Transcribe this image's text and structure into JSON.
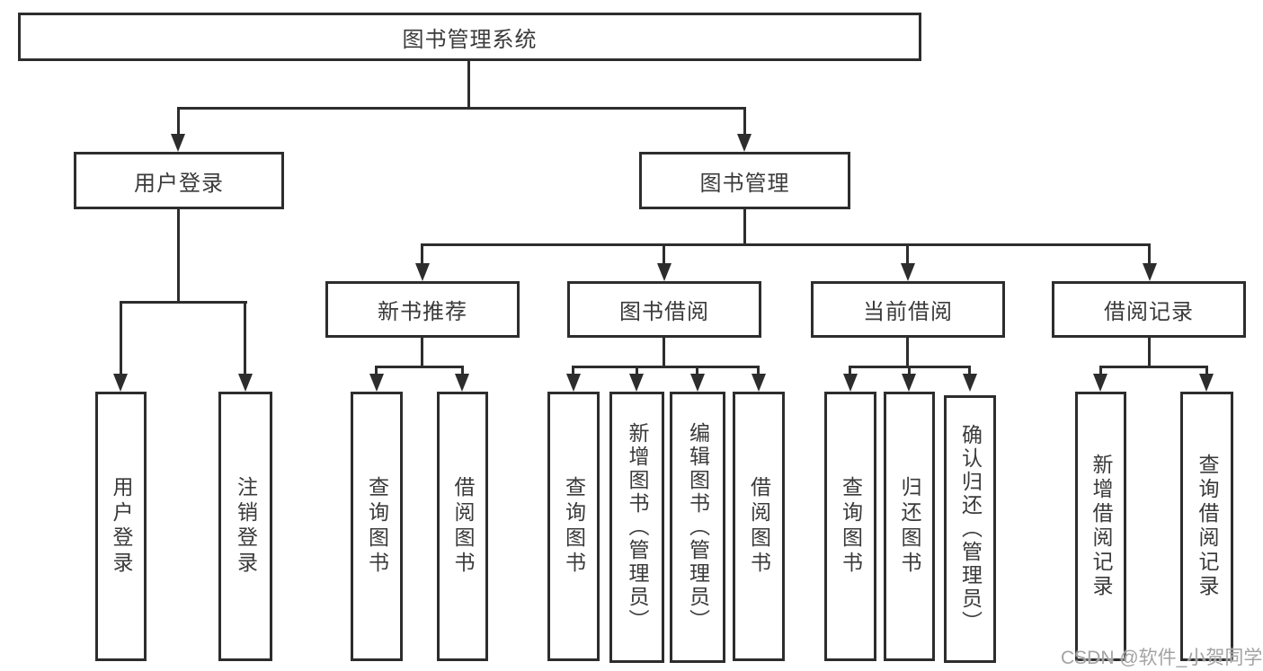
{
  "diagram_type": "hierarchy-tree",
  "colors": {
    "line": "#2d2d2d",
    "box_border": "#2d2d2d",
    "text": "#3a3a3a",
    "background": "#ffffff",
    "watermark": "#a3a3a3"
  },
  "tree": {
    "label": "图书管理系统",
    "children": [
      {
        "label": "用户登录",
        "children": [
          {
            "label": "用户登录"
          },
          {
            "label": "注销登录"
          }
        ]
      },
      {
        "label": "图书管理",
        "children": [
          {
            "label": "新书推荐",
            "children": [
              {
                "label": "查询图书"
              },
              {
                "label": "借阅图书"
              }
            ]
          },
          {
            "label": "图书借阅",
            "children": [
              {
                "label": "查询图书"
              },
              {
                "label": "新增图书（管理员）"
              },
              {
                "label": "编辑图书（管理员）"
              },
              {
                "label": "借阅图书"
              }
            ]
          },
          {
            "label": "当前借阅",
            "children": [
              {
                "label": "查询图书"
              },
              {
                "label": "归还图书"
              },
              {
                "label": "确认归还（管理员）"
              }
            ]
          },
          {
            "label": "借阅记录",
            "children": [
              {
                "label": "新增借阅记录"
              },
              {
                "label": "查询借阅记录"
              }
            ]
          }
        ]
      }
    ]
  },
  "watermark": {
    "text": "CSDN @软件_小贺同学"
  }
}
